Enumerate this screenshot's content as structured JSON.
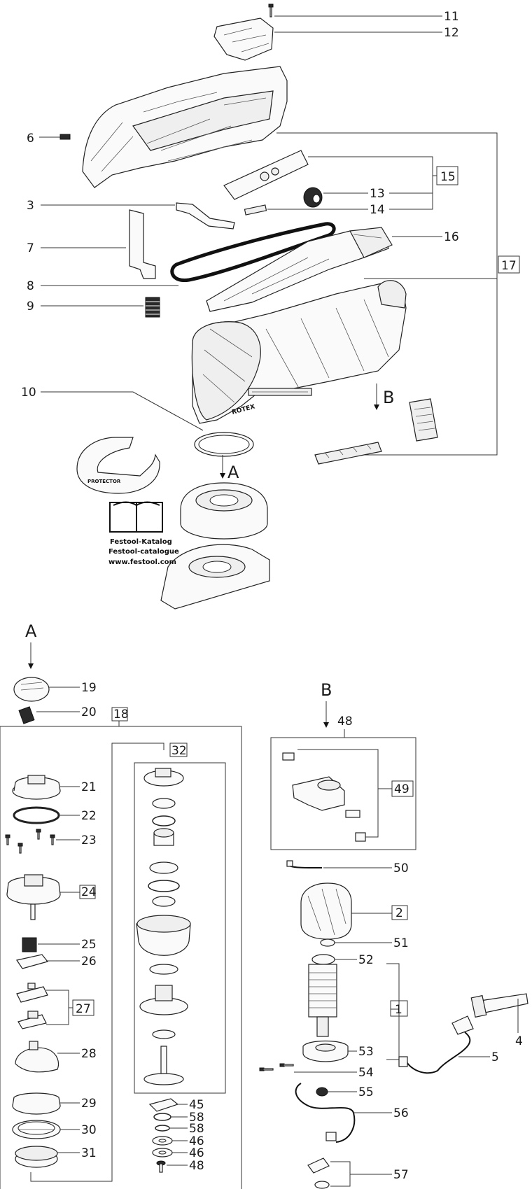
{
  "labels": {
    "n1": "1",
    "n2": "2",
    "n3": "3",
    "n4": "4",
    "n5": "5",
    "n6": "6",
    "n7": "7",
    "n8": "8",
    "n9": "9",
    "n10": "10",
    "n11": "11",
    "n12": "12",
    "n13": "13",
    "n14": "14",
    "n15": "15",
    "n16": "16",
    "n17": "17",
    "n18": "18",
    "n19": "19",
    "n20": "20",
    "n21": "21",
    "n22": "22",
    "n23": "23",
    "n24": "24",
    "n25": "25",
    "n26": "26",
    "n27": "27",
    "n28": "28",
    "n29": "29",
    "n30": "30",
    "n31": "31",
    "n32": "32",
    "n45": "45",
    "n46a": "46",
    "n46b": "46",
    "n48a": "48",
    "n48b": "48",
    "n49": "49",
    "n50": "50",
    "n51": "51",
    "n52": "52",
    "n53": "53",
    "n54": "54",
    "n55": "55",
    "n56": "56",
    "n57": "57",
    "n58a": "58",
    "n58b": "58"
  },
  "views": {
    "a_top": "A",
    "b_top": "B",
    "a_section": "A",
    "b_section": "B"
  },
  "catalog": {
    "line1": "Festool-Katalog",
    "line2": "Festool-catalogue",
    "line3": "www.festool.com"
  },
  "housing_text": {
    "brand": "ROTEX",
    "ring": "PROTECTOR"
  }
}
